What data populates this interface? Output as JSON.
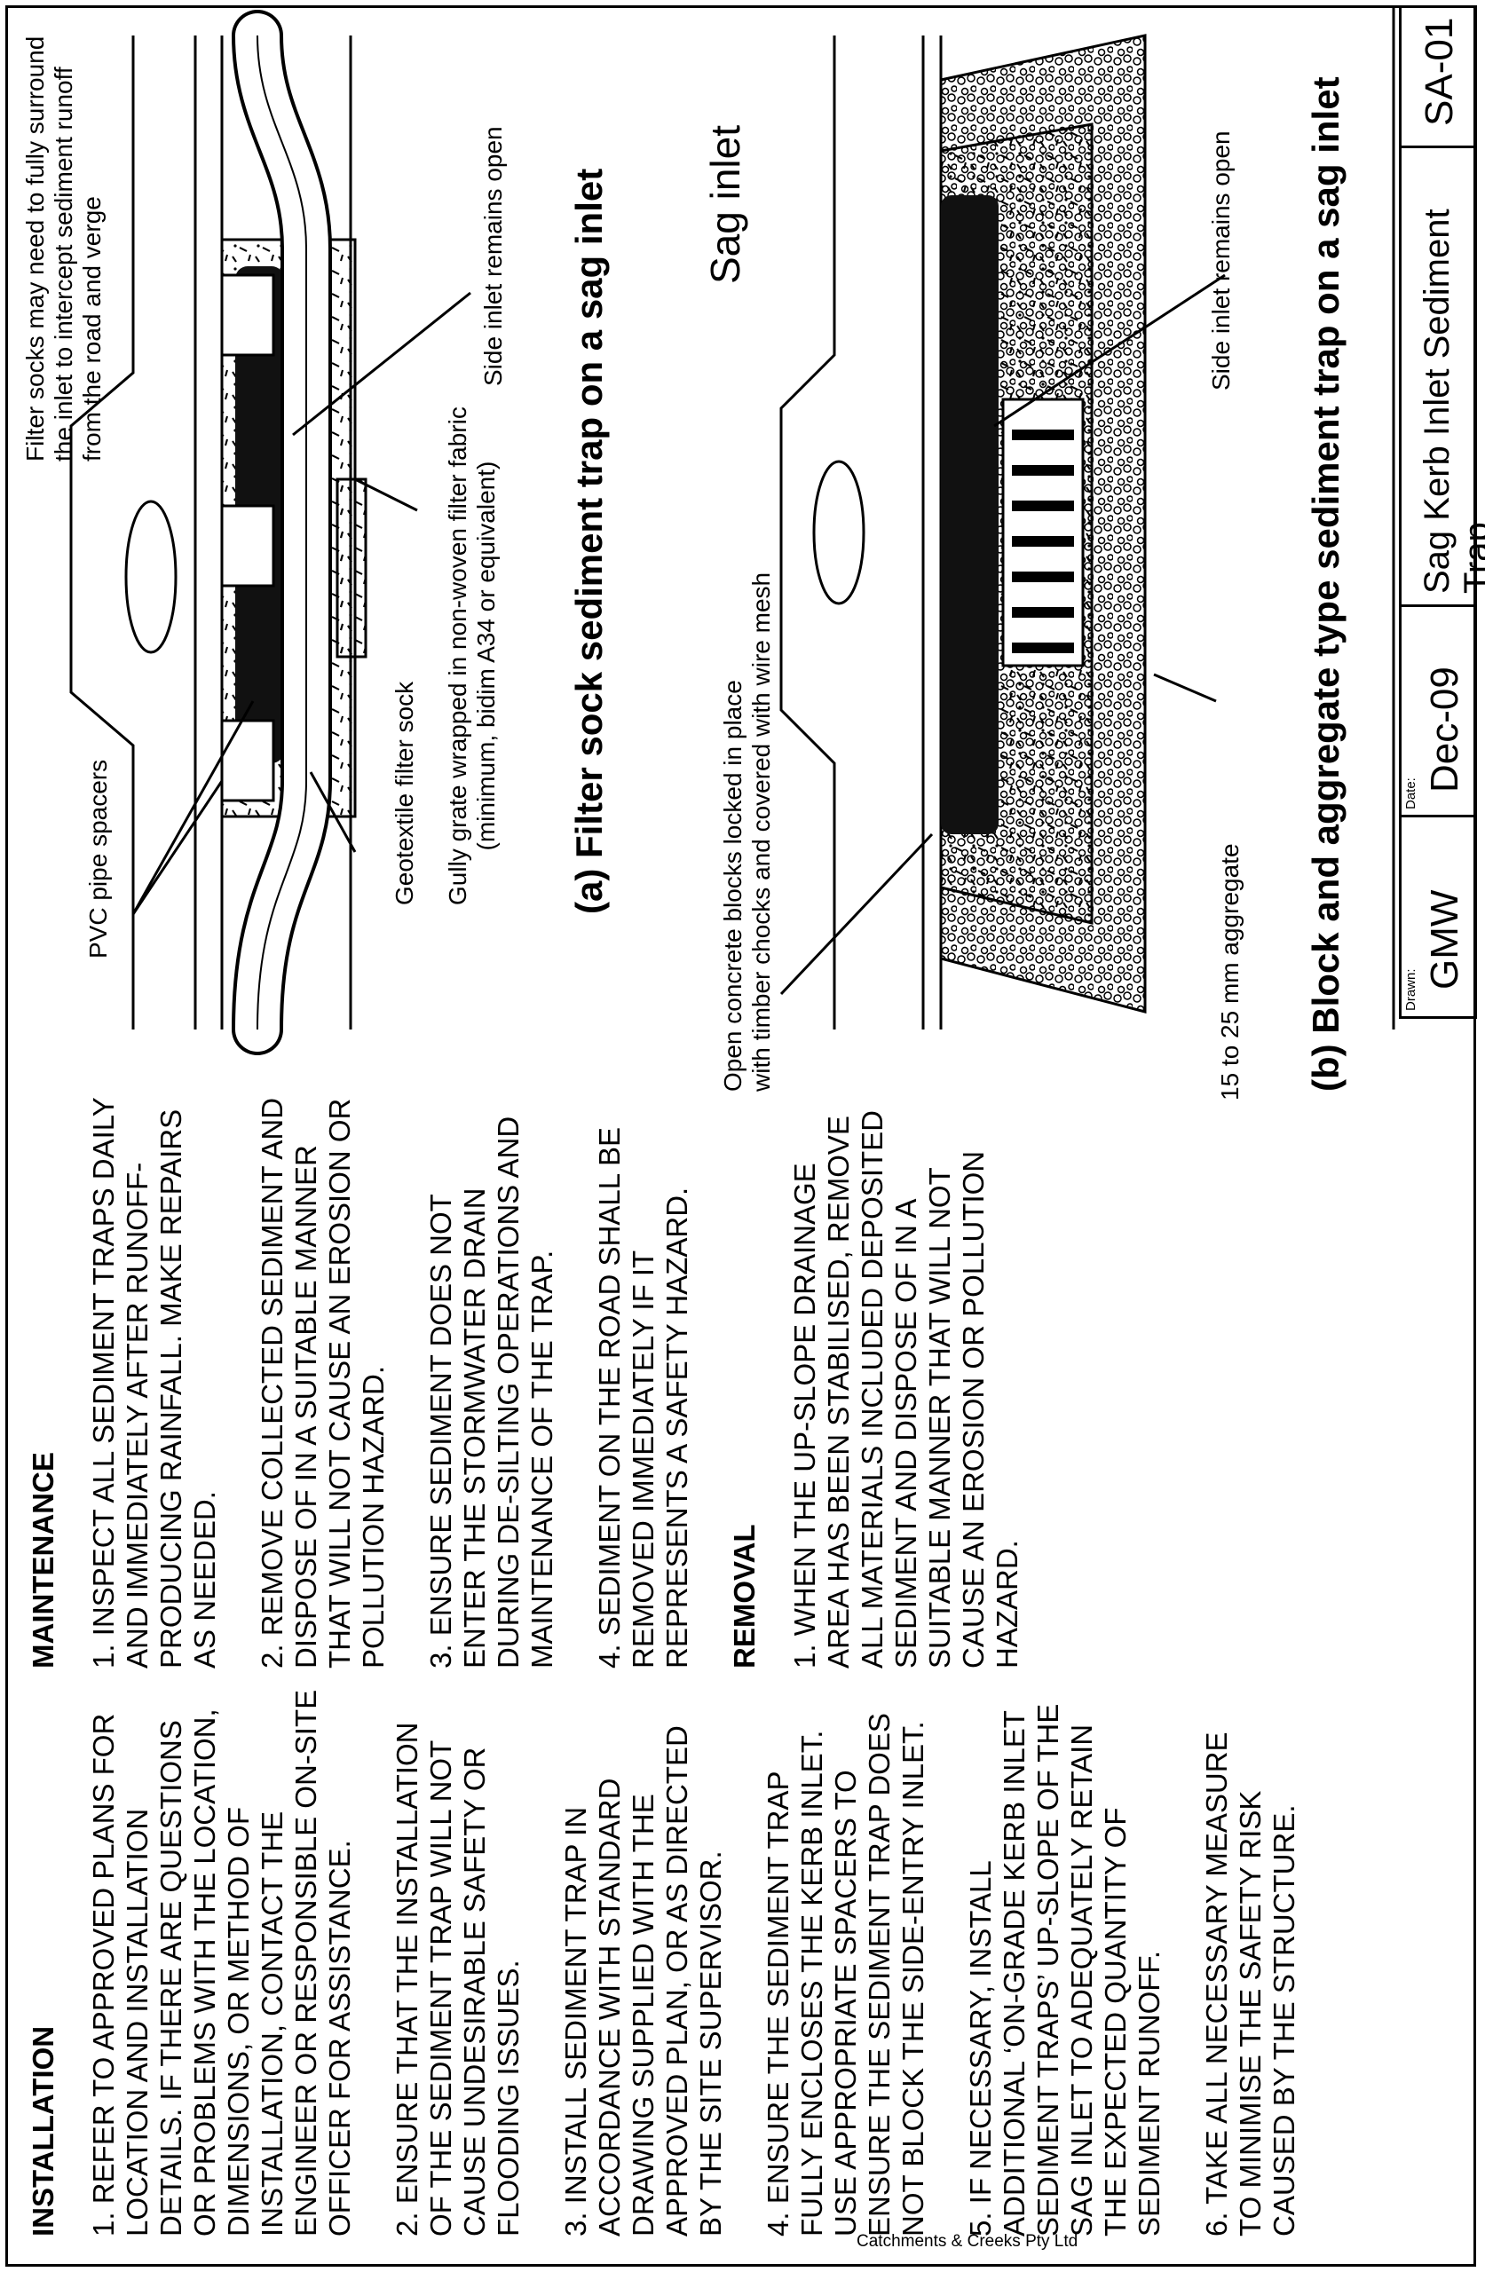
{
  "credit": "Catchments & Creeks Pty Ltd",
  "installation": {
    "heading": "INSTALLATION",
    "items": [
      "1. REFER TO APPROVED PLANS FOR LOCATION AND INSTALLATION DETAILS. IF THERE ARE QUESTIONS OR PROBLEMS WITH THE LOCATION, DIMENSIONS, OR METHOD OF INSTALLATION, CONTACT THE ENGINEER OR RESPONSIBLE ON-SITE OFFICER FOR ASSISTANCE.",
      "2. ENSURE THAT THE INSTALLATION OF THE SEDIMENT TRAP WILL NOT CAUSE UNDESIRABLE SAFETY OR FLOODING ISSUES.",
      "3. INSTALL SEDIMENT TRAP IN ACCORDANCE WITH STANDARD DRAWING SUPPLIED WITH THE APPROVED PLAN, OR AS DIRECTED BY THE SITE SUPERVISOR.",
      "4. ENSURE THE SEDIMENT TRAP FULLY ENCLOSES THE KERB INLET. USE APPROPRIATE SPACERS TO ENSURE THE SEDIMENT TRAP DOES NOT BLOCK THE SIDE-ENTRY INLET.",
      "5. IF NECESSARY, INSTALL ADDITIONAL ‘ON-GRADE KERB INLET SEDIMENT TRAPS’ UP-SLOPE OF THE SAG INLET TO ADEQUATELY RETAIN THE EXPECTED QUANTITY OF SEDIMENT RUNOFF.",
      "6. TAKE ALL NECESSARY MEASURE TO MINIMISE THE SAFETY RISK CAUSED BY THE STRUCTURE."
    ]
  },
  "maintenance": {
    "heading": "MAINTENANCE",
    "items": [
      "1. INSPECT ALL SEDIMENT TRAPS DAILY AND IMMEDIATELY AFTER RUNOFF-PRODUCING RAINFALL. MAKE REPAIRS AS NEEDED.",
      "2. REMOVE COLLECTED SEDIMENT AND DISPOSE OF IN A SUITABLE MANNER THAT WILL NOT CAUSE AN EROSION OR POLLUTION HAZARD.",
      "3. ENSURE SEDIMENT DOES NOT ENTER THE STORMWATER DRAIN DURING DE-SILTING OPERATIONS AND MAINTENANCE OF THE TRAP.",
      "4. SEDIMENT ON THE ROAD SHALL BE REMOVED IMMEDIATELY IF IT REPRESENTS A SAFETY HAZARD."
    ],
    "removal_heading": "REMOVAL",
    "removal_items": [
      "1. WHEN THE UP-SLOPE DRAINAGE AREA HAS BEEN STABILISED, REMOVE ALL MATERIALS INCLUDED DEPOSITED SEDIMENT AND DISPOSE OF IN A SUITABLE MANNER THAT WILL NOT CAUSE AN EROSION OR POLLUTION HAZARD."
    ]
  },
  "diagram_a": {
    "labels": {
      "filter_socks": "Filter socks may need to fully surround\nthe inlet to intercept sediment runoff\nfrom the road and verge",
      "side_inlet": "Side inlet remains open",
      "pvc": "PVC pipe spacers",
      "geotextile": "Geotextile filter sock",
      "gully": "Gully grate wrapped in non-woven filter fabric\n(minimum, bidim A34 or equivalent)"
    },
    "caption": "(a) Filter sock sediment trap on a sag inlet"
  },
  "diagram_b": {
    "labels": {
      "sag_inlet": "Sag inlet",
      "side_inlet": "Side inlet remains open",
      "blocks": "Open concrete blocks locked in place\nwith timber chocks and covered with wire mesh",
      "aggregate": "15 to 25 mm aggregate"
    },
    "caption": "(b) Block and aggregate type sediment trap on a sag inlet"
  },
  "title_block": {
    "drawn_label": "Drawn:",
    "drawn_value": "GMW",
    "date_label": "Date:",
    "date_value": "Dec-09",
    "title": "Sag Kerb Inlet Sediment Trap",
    "code": "SA-01"
  }
}
